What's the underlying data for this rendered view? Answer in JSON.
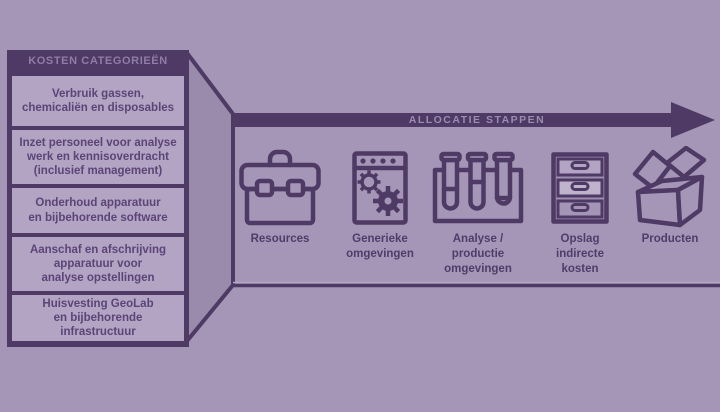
{
  "kosten": {
    "header": "KOSTEN CATEGORIEËN",
    "items": [
      {
        "label": "Verbruik gassen,\nchemicaliën en disposables"
      },
      {
        "label": "Inzet personeel voor analyse\nwerk en kennisoverdracht\n(inclusief management)"
      },
      {
        "label": "Onderhoud apparatuur\nen bijbehorende software"
      },
      {
        "label": "Aanschaf en afschrijving\napparatuur voor\nanalyse opstellingen"
      },
      {
        "label": "Huisvesting GeoLab\nen bijbehorende\ninfrastructuur"
      }
    ]
  },
  "arrow": {
    "label": "ALLOCATIE STAPPEN"
  },
  "steps": [
    {
      "label": "Resources",
      "icon": "briefcase-icon"
    },
    {
      "label": "Generieke\nomgevingen",
      "icon": "machine-gears-icon"
    },
    {
      "label": "Analyse /\nproductie\nomgevingen",
      "icon": "test-tubes-icon"
    },
    {
      "label": "Opslag\nindirecte\nkosten",
      "icon": "drawers-icon"
    },
    {
      "label": "Producten",
      "icon": "open-box-icon"
    }
  ],
  "colors": {
    "background": "#a596b7",
    "dark_purple": "#4e3a64",
    "item_fill": "#b2a4c2",
    "side_face": "#9a8bad",
    "header_text": "#907ca9",
    "arrow_text": "#9c8cb2"
  }
}
